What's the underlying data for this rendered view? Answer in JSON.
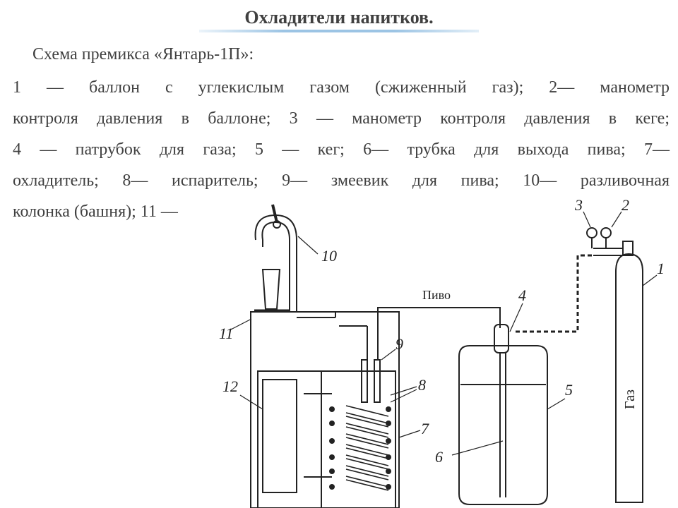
{
  "title": "Охладители напитков.",
  "subtitle": "Схема премикса «Янтарь-1П»:",
  "description_lines": [
    "1 — баллон с углекислым газом (сжиженный газ); 2— манометр",
    "контроля давления в баллоне; 3 — манометр контроля давления в кеге;",
    "4 — патрубок для газа; 5 — кег; 6— трубка для выхода пива; 7—",
    "охладитель; 8— испаритель; 9— змеевик для пива; 10— разливочная",
    "колонка (башня); 11 —"
  ],
  "diagram": {
    "labels": {
      "n1": "1",
      "n2": "2",
      "n3": "3",
      "n4": "4",
      "n5": "5",
      "n6": "6",
      "n7": "7",
      "n8": "8",
      "n9": "9",
      "n10": "10",
      "n11": "11",
      "n12": "12"
    },
    "beer_label": "Пиво",
    "gas_label": "Газ"
  }
}
